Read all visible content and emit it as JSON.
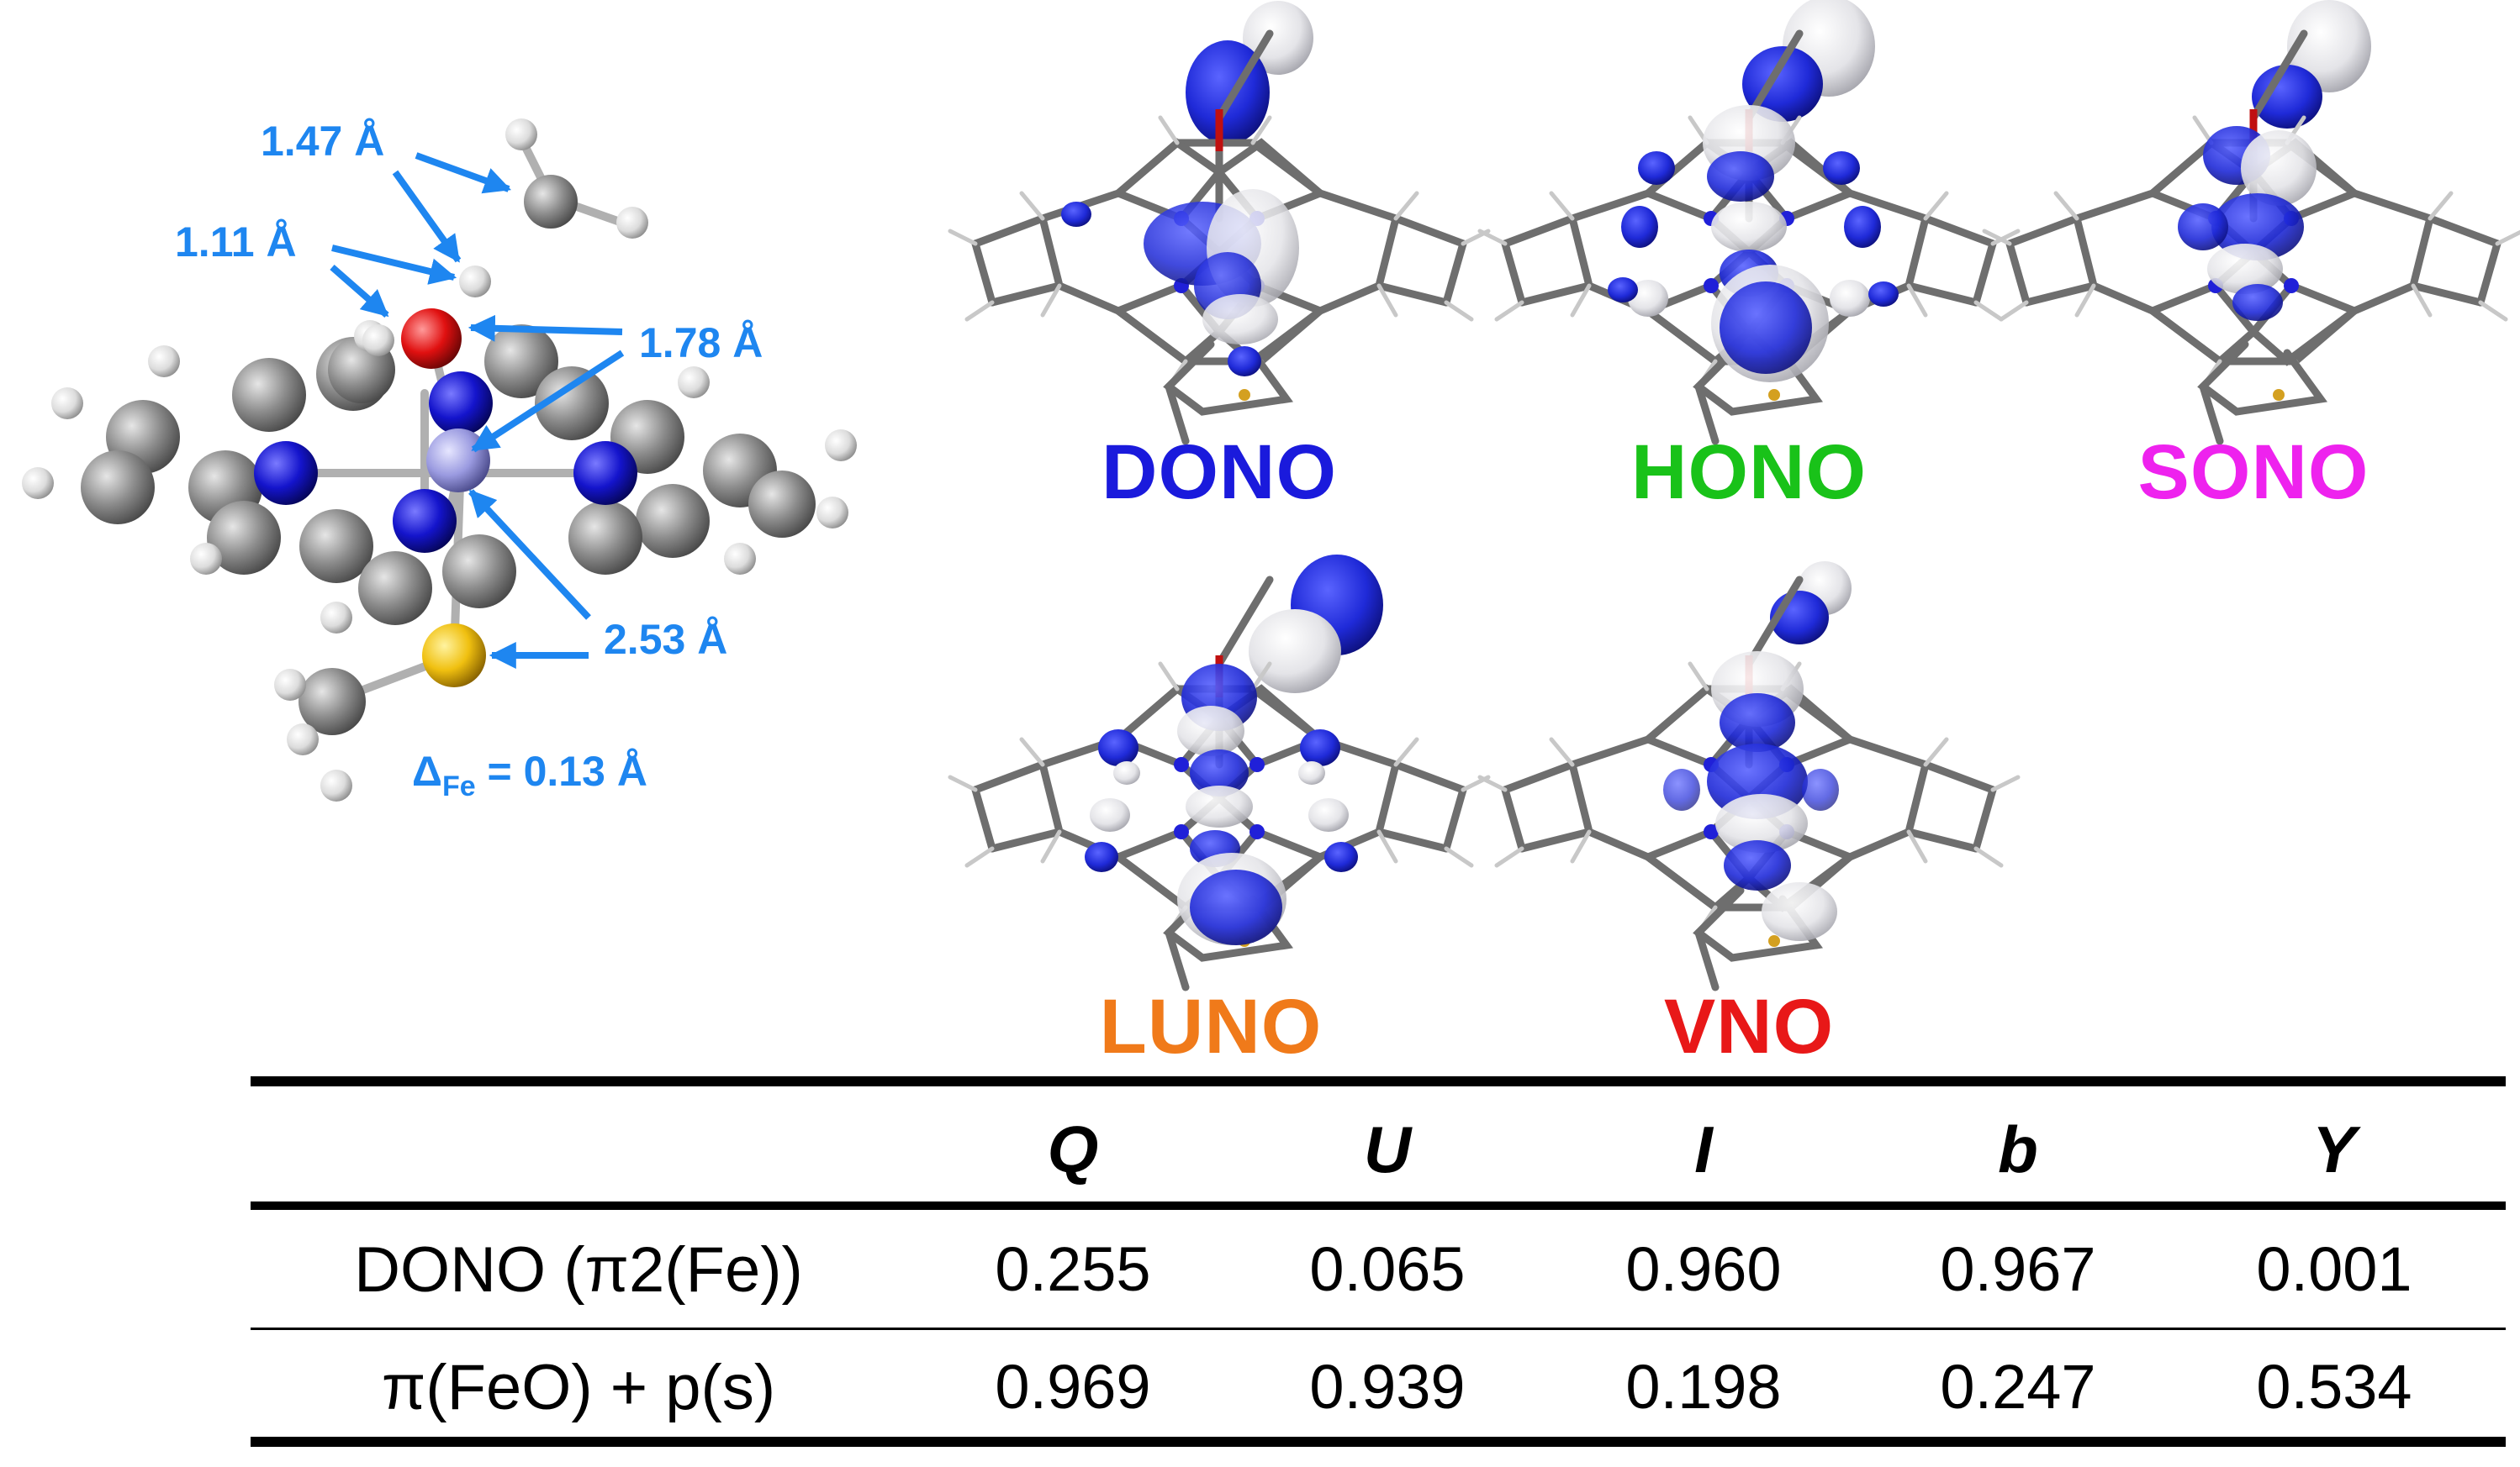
{
  "structure_annotations": {
    "distance_1": "1.47 Å",
    "distance_2": "1.11 Å",
    "distance_3": "1.78 Å",
    "distance_4": "2.53 Å",
    "delta_symbol": "Δ",
    "delta_subscript": "Fe",
    "delta_value": " = 0.13 Å"
  },
  "orbital_labels": [
    {
      "name": "DONO",
      "color": "#1a1adc"
    },
    {
      "name": "HONO",
      "color": "#19c219"
    },
    {
      "name": "SONO",
      "color": "#ee22ee"
    },
    {
      "name": "LUNO",
      "color": "#f07a1a"
    },
    {
      "name": "VNO",
      "color": "#e81818"
    }
  ],
  "table": {
    "headers": [
      "",
      "Q",
      "U",
      "I",
      "b",
      "Y"
    ],
    "rows": [
      {
        "label": "DONO (π2(Fe))",
        "values": [
          "0.255",
          "0.065",
          "0.960",
          "0.967",
          "0.001"
        ]
      },
      {
        "label": "π(FeO) + p(s)",
        "values": [
          "0.969",
          "0.939",
          "0.198",
          "0.247",
          "0.534"
        ]
      }
    ]
  },
  "colors": {
    "annotation_blue": "#1e86f0",
    "carbon": "#8a8a8a",
    "nitrogen": "#1010c8",
    "oxygen": "#e01010",
    "iron": "#9a9ae0",
    "sulfur": "#f0c010",
    "hydrogen": "#e8e8e8",
    "isosurface_blue": "#1f2ad8",
    "isosurface_white": "#e6e6ea"
  }
}
